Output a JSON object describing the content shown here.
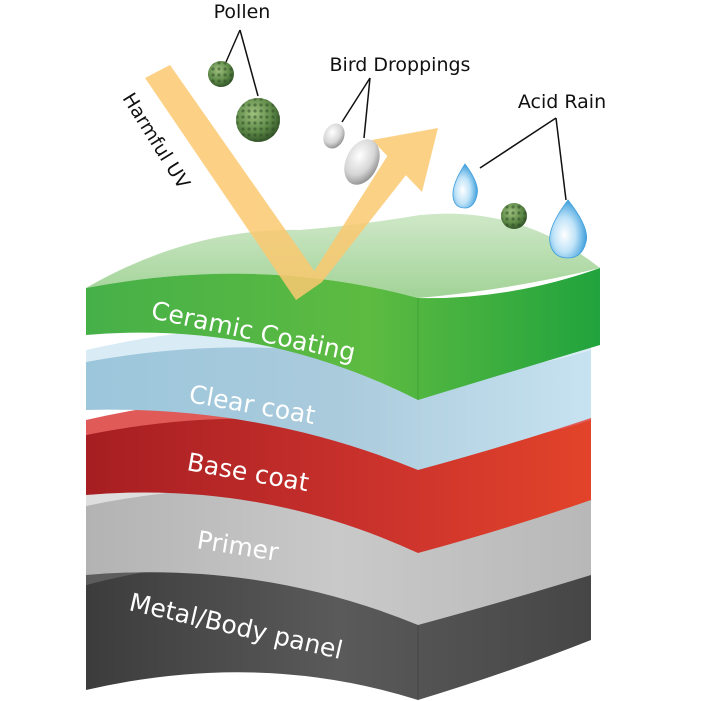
{
  "labels": {
    "pollen": "Pollen",
    "bird_droppings": "Bird Droppings",
    "acid_rain": "Acid Rain",
    "harmful_uv": "Harmful UV"
  },
  "layers": {
    "ceramic": "Ceramic Coating",
    "clear": "Clear coat",
    "base": "Base coat",
    "primer": "Primer",
    "metal": "Metal/Body panel"
  },
  "colors": {
    "ceramic": "#3aa93a",
    "clear": "#a9cfe0",
    "base": "#d4302c",
    "primer": "#bdbdbd",
    "metal": "#4a4a4a",
    "uv": "#fbc970",
    "pollen": "#5f8a4a",
    "water": "#5fb4e8"
  },
  "icons": [
    "pollen-icon",
    "bird-dropping-icon",
    "water-drop-icon",
    "uv-ray-arrow"
  ]
}
